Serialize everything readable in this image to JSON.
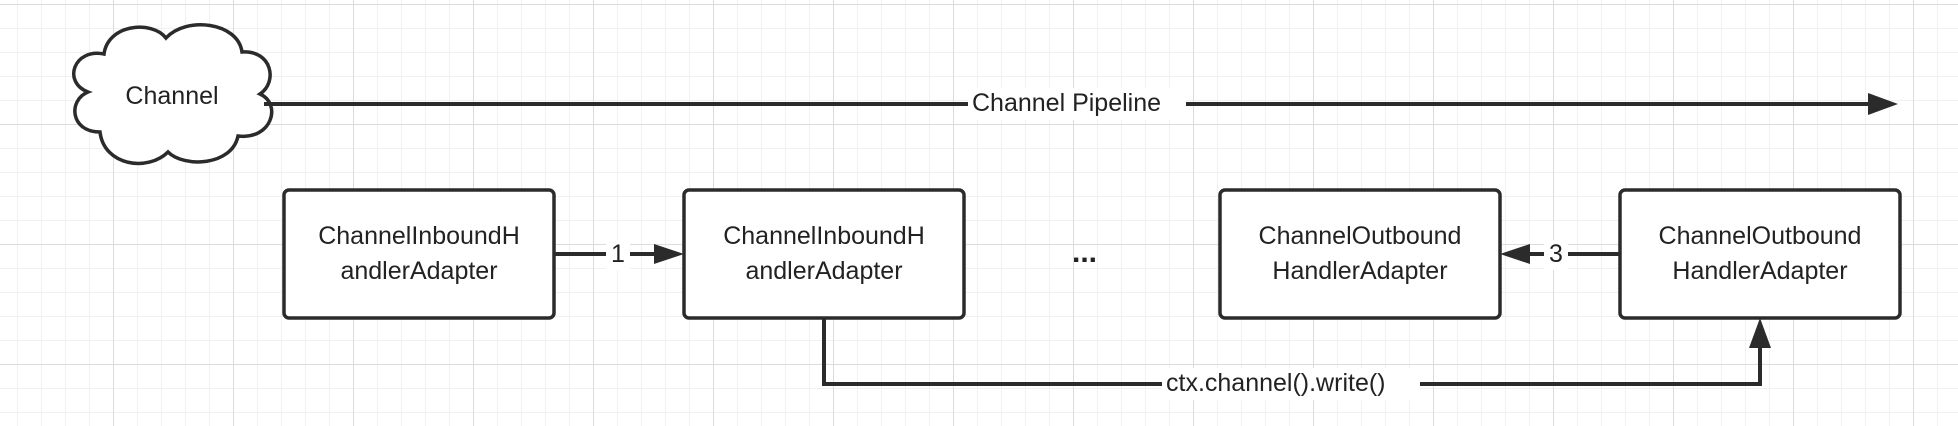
{
  "cloud": {
    "label": "Channel"
  },
  "pipeline": {
    "label": "Channel Pipeline"
  },
  "handlers": [
    {
      "label": "ChannelInboundH\nandlerAdapter"
    },
    {
      "label": "ChannelInboundH\nandlerAdapter"
    },
    {
      "label": "ChannelOutbound\nHandlerAdapter"
    },
    {
      "label": "ChannelOutbound\nHandlerAdapter"
    }
  ],
  "ellipsis": "...",
  "edges": {
    "inbound_step": "1",
    "outbound_step": "3",
    "write_call": "ctx.channel().write()"
  }
}
